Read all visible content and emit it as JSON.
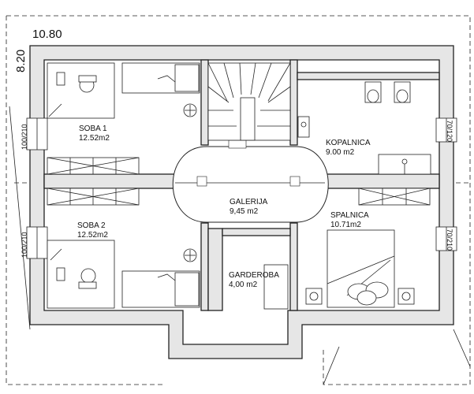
{
  "dimensions": {
    "width": "10.80",
    "depth": "8.20"
  },
  "rooms": [
    {
      "name": "SOBA 1",
      "area": "12.52m2"
    },
    {
      "name": "SOBA 2",
      "area": "12.52m2"
    },
    {
      "name": "KOPALNICA",
      "area": "9.00  m2"
    },
    {
      "name": "GALERIJA",
      "area": "9,45  m2"
    },
    {
      "name": "SPALNICA",
      "area": "10.71m2"
    },
    {
      "name": "GARDEROBA",
      "area": "4,00  m2"
    }
  ],
  "windows": [
    {
      "label": "100/210"
    },
    {
      "label": "100/210"
    },
    {
      "label": "70/120"
    },
    {
      "label": "70/210"
    }
  ]
}
